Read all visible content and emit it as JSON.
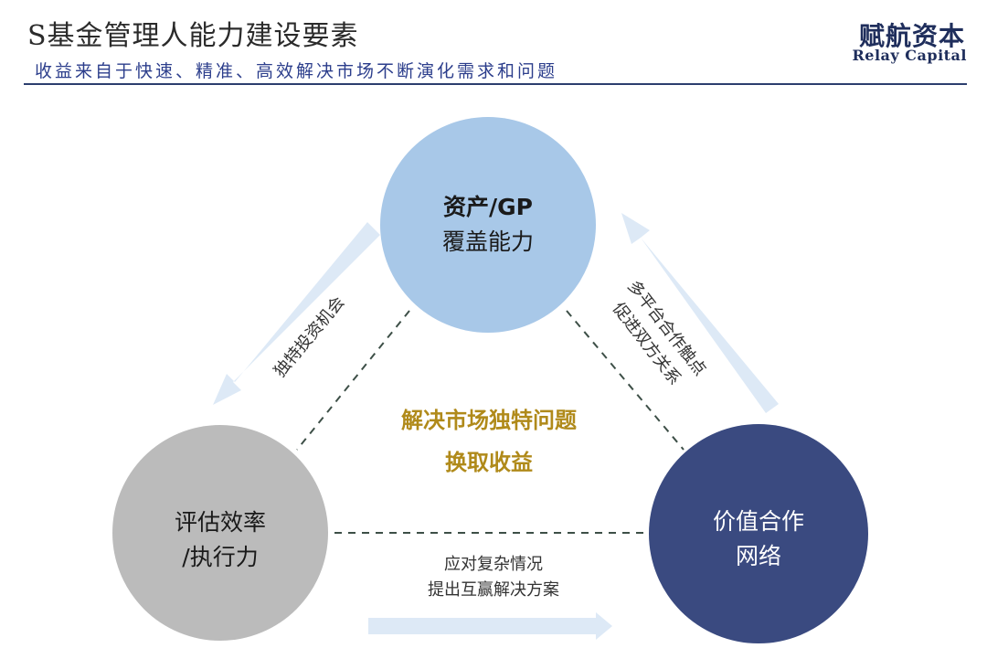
{
  "header": {
    "title": "S基金管理人能力建设要素",
    "subtitle": "收益来自于快速、精准、高效解决市场不断演化需求和问题",
    "brand_cn": "赋航资本",
    "brand_en": "Relay Capital"
  },
  "nodes": {
    "top": {
      "line1": "资产/GP",
      "line2": "覆盖能力",
      "color": "#a8c8e8",
      "text_color": "#1a1a1a"
    },
    "left": {
      "line1": "评估效率",
      "line2": "/执行力",
      "color": "#bbbbbb",
      "text_color": "#1a1a1a"
    },
    "right": {
      "line1": "价值合作",
      "line2": "网络",
      "color": "#3a4a80",
      "text_color": "#ffffff"
    }
  },
  "center": {
    "line1": "解决市场独特问题",
    "line2": "换取收益"
  },
  "edges": {
    "left_label": "独特投资机会",
    "right_label_line1": "多平台合作触点",
    "right_label_line2": "促进双方关系",
    "bottom_label_line1": "应对复杂情况",
    "bottom_label_line2": "提出互赢解决方案"
  },
  "colors": {
    "arrow": "#dde9f6",
    "dash": "#3d4f47",
    "center_text": "#b08a1a"
  }
}
